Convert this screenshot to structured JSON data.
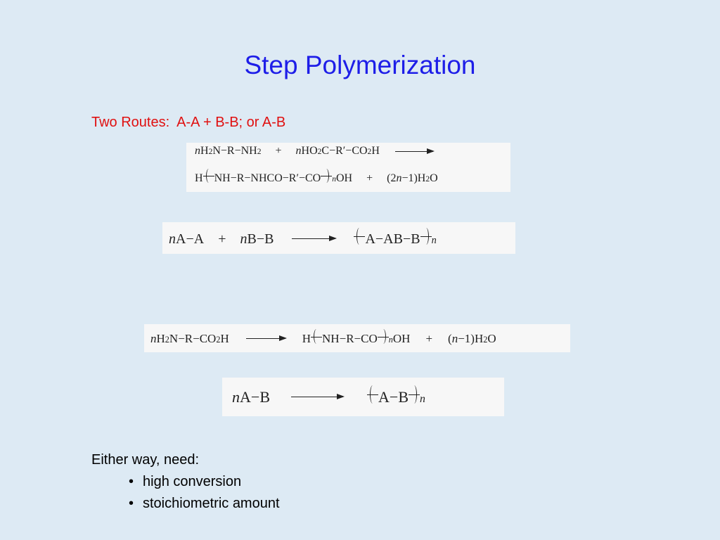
{
  "title": "Step Polymerization",
  "subtitle": "Two Routes:  A-A + B-B; or A-B",
  "equations": {
    "eq1_line1": {
      "t1": "H",
      "t2": "N",
      "t3": "R",
      "t4": "NH",
      "t5": "+",
      "t6": "HO",
      "t7": "C",
      "t8": "R′",
      "t9": "CO",
      "t10": "H",
      "n": "n",
      "sub2": "2"
    },
    "eq1_line2": {
      "t1": "H",
      "t2": "NH",
      "t3": "R",
      "t4": "NHCO",
      "t5": "R′",
      "t6": "CO",
      "t7": "OH",
      "t8": "+",
      "t9": "(2",
      "t10": "−1)H",
      "t11": "O",
      "n": "n",
      "sub2": "2"
    },
    "eq2": {
      "n": "n",
      "t1": "A",
      "t2": "A",
      "t3": "+",
      "t4": "B",
      "t5": "B",
      "t6": "A",
      "t7": "AB",
      "t8": "B"
    },
    "eq3": {
      "n": "n",
      "t1": "H",
      "t2": "N",
      "t3": "R",
      "t4": "CO",
      "t5": "H",
      "t6": "H",
      "t7": "NH",
      "t8": "R",
      "t9": "CO",
      "t10": "OH",
      "t11": "+",
      "t12": "(",
      "t13": "−1)H",
      "t14": "O",
      "sub2": "2"
    },
    "eq4": {
      "n": "n",
      "t1": "A",
      "t2": "B",
      "t3": "A",
      "t4": "B"
    }
  },
  "requirements": {
    "intro": "Either way, need:",
    "bullet": "•",
    "items": [
      "high conversion",
      "stoichiometric amount"
    ]
  }
}
